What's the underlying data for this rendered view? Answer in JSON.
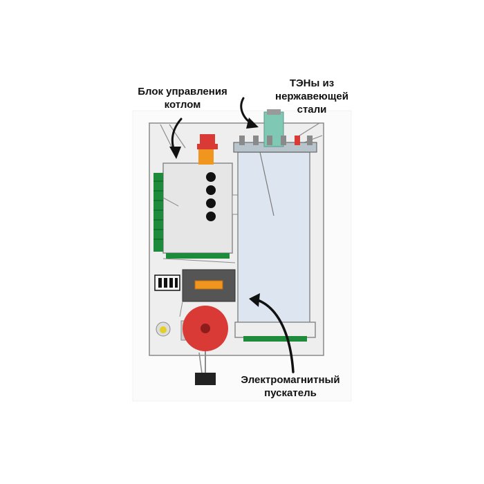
{
  "labels": {
    "control_unit": {
      "line1": "Блок управления",
      "line2": "котлом"
    },
    "heating_elements": {
      "line1": "ТЭНы из",
      "line2": "нержавеющей",
      "line3": "стали"
    },
    "contactor": {
      "line1": "Электромагнитный",
      "line2": "пускатель"
    }
  },
  "colors": {
    "housing": "#eeeeee",
    "panel_stroke": "#8a8a8a",
    "tank_fill": "#dde6f0",
    "accent_green": "#1e8a3c",
    "accent_red": "#d93a36",
    "accent_orange": "#f0961e",
    "flange_teal": "#7fc8b4",
    "arrow": "#111111"
  },
  "icons": [
    "curved-arrow",
    "pump-icon",
    "indicator-dots",
    "fuse-block-icon"
  ]
}
